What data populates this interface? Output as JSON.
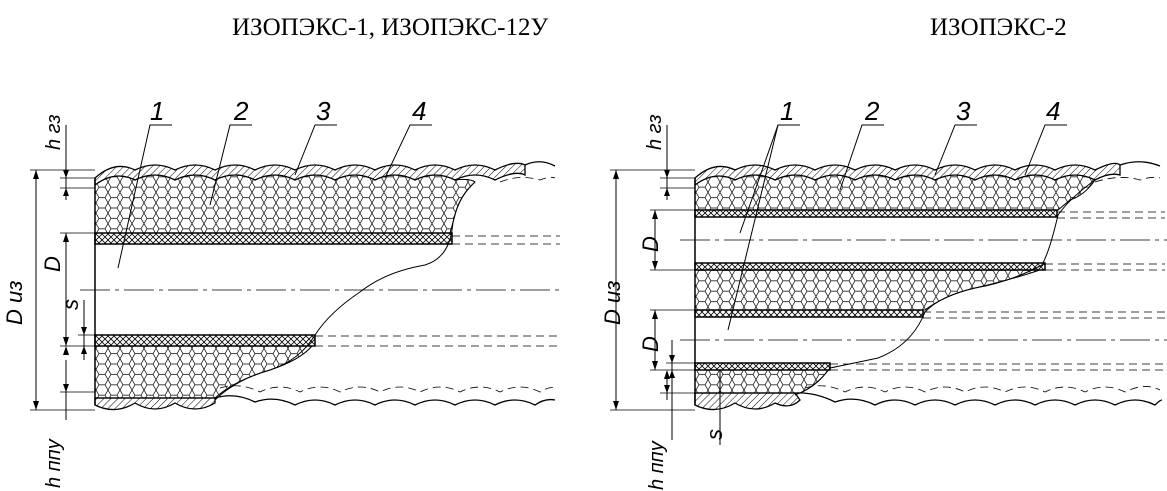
{
  "titles": {
    "left": "ИЗОПЭКС-1, ИЗОПЭКС-12У",
    "right": "ИЗОПЭКС-2"
  },
  "left_drawing": {
    "callouts": [
      "1",
      "2",
      "3",
      "4"
    ],
    "dims": {
      "h_gz": "h гз",
      "d_iz": "D из",
      "d": "D",
      "s": "s",
      "h_ppu": "h ппу"
    }
  },
  "right_drawing": {
    "callouts": [
      "1",
      "2",
      "3",
      "4"
    ],
    "dims": {
      "h_gz": "h гз",
      "d_iz": "D из",
      "d_top": "D",
      "d_bottom": "D",
      "s": "s",
      "h_ppu": "h ппу"
    }
  },
  "colors": {
    "line": "#000000",
    "background": "#ffffff"
  }
}
